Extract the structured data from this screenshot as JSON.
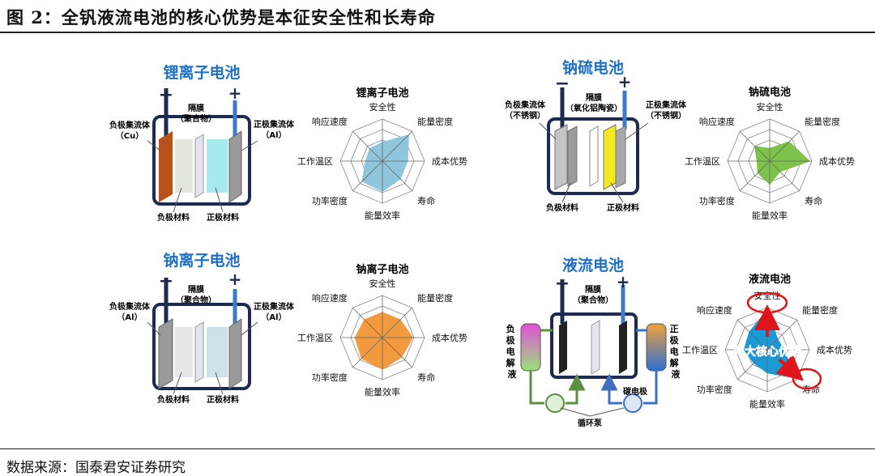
{
  "figure": {
    "title": "图 2：全钒液流电池的核心优势是本征安全性和长寿命",
    "source": "数据来源：国泰君安证券研究"
  },
  "colors": {
    "heading_blue": "#1f6fc5",
    "frame_navy": "#1d2b52",
    "electrode_orange": "#b8511c",
    "electrode_gray": "#9a9a9a",
    "electrode_yellow": "#f2ea1e",
    "radar_li": "#8fc6dc",
    "radar_nas": "#7dc34b",
    "radar_na": "#f39a3f",
    "radar_flow": "#199ad6",
    "highlight_red": "#e0141b",
    "pump_green": "#6aa84f",
    "pump_blue": "#3e6fc2"
  },
  "legend": {
    "minus": "−",
    "plus": "+"
  },
  "batteries": {
    "li": {
      "heading": "锂离子电池",
      "separator": "隔膜",
      "separator_sub": "（聚合物）",
      "neg_collector": "负极集流体",
      "neg_collector_sub": "（Cu）",
      "pos_collector": "正极集流体",
      "pos_collector_sub": "（Al）",
      "neg_material": "负极材料",
      "pos_material": "正极材料"
    },
    "nas": {
      "heading": "钠硫电池",
      "separator": "隔膜",
      "separator_sub": "（氧化铝陶瓷）",
      "neg_collector": "负极集流体",
      "neg_collector_sub": "（不锈钢）",
      "pos_collector": "正极集流体",
      "pos_collector_sub": "（不锈钢）",
      "neg_material": "负极材料",
      "pos_material": "正极材料"
    },
    "na": {
      "heading": "钠离子电池",
      "separator": "隔膜",
      "separator_sub": "（聚合物）",
      "neg_collector": "负极集流体",
      "neg_collector_sub": "（Al）",
      "pos_collector": "正极集流体",
      "pos_collector_sub": "（Al）",
      "neg_material": "负极材料",
      "pos_material": "正极材料"
    },
    "flow": {
      "heading": "液流电池",
      "separator": "隔膜",
      "separator_sub": "（聚合物）",
      "neg_electrolyte": "负极电解液",
      "pos_electrolyte": "正极电解液",
      "carbon_electrode": "碳电极",
      "pump": "循环泵"
    }
  },
  "radar_axes": [
    "安全性",
    "能量密度",
    "成本优势",
    "寿命",
    "能量效率",
    "功率密度",
    "工作温区",
    "响应速度"
  ],
  "radars": {
    "li": {
      "title": "锂离子电池",
      "values": [
        0.45,
        0.88,
        0.6,
        0.6,
        0.72,
        0.68,
        0.4,
        0.42
      ]
    },
    "nas": {
      "title": "钠硫电池",
      "values": [
        0.3,
        0.65,
        0.95,
        0.35,
        0.55,
        0.4,
        0.3,
        0.5
      ]
    },
    "na": {
      "title": "钠离子电池",
      "values": [
        0.6,
        0.6,
        0.72,
        0.65,
        0.75,
        0.7,
        0.65,
        0.6
      ]
    },
    "flow": {
      "title": "液流电池",
      "values": [
        0.95,
        0.35,
        0.4,
        0.95,
        0.55,
        0.45,
        0.55,
        0.6
      ],
      "callout": "两大核心优势"
    }
  }
}
